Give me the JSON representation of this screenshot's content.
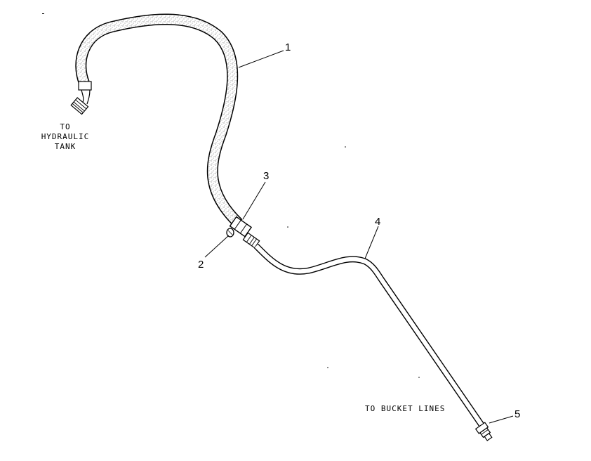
{
  "notes": {
    "tank_line1": "TO",
    "tank_line2": "HYDRAULIC",
    "tank_line3": "TANK",
    "bucket": "TO BUCKET LINES"
  },
  "callouts": {
    "c1": "1",
    "c2": "2",
    "c3": "3",
    "c4": "4",
    "c5": "5"
  },
  "parts": {
    "hose": "hose-assembly",
    "tee": "tee-fitting",
    "plug": "plug",
    "tube": "tube-assembly",
    "connector": "connector"
  }
}
